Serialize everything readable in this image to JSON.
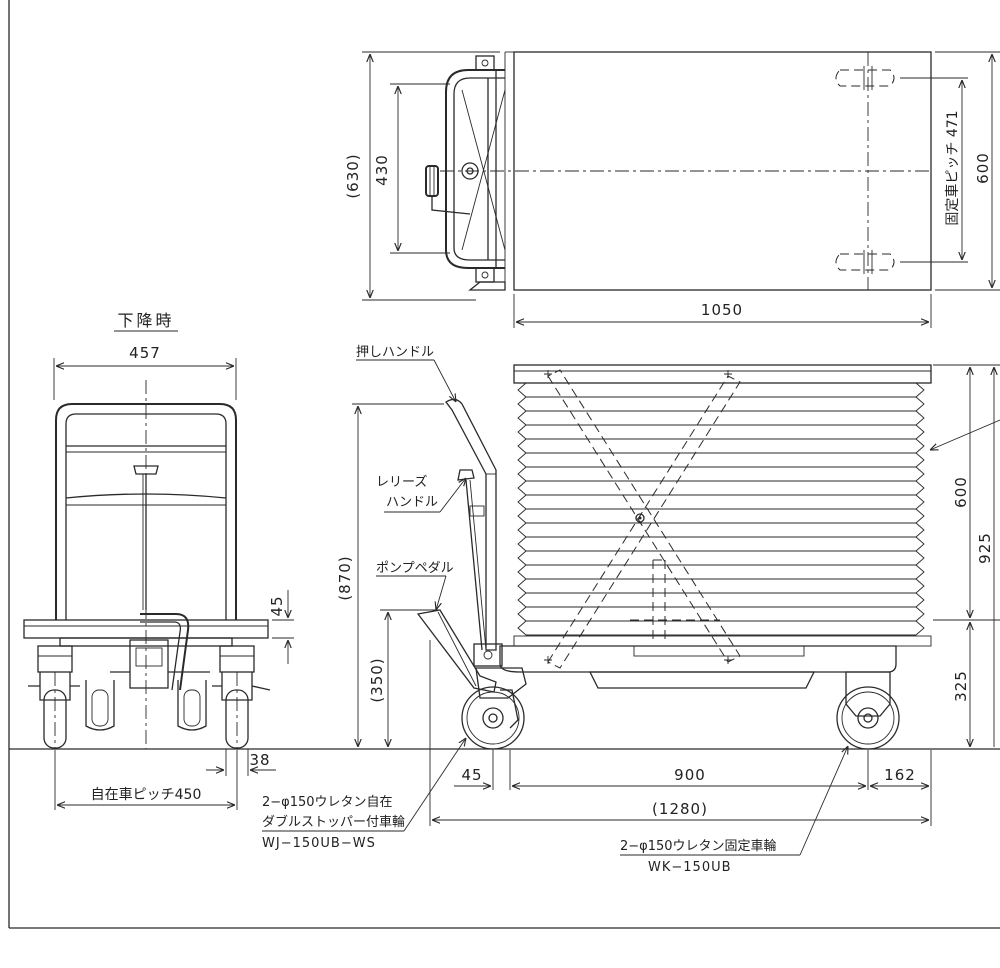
{
  "drawing": {
    "top_view": {
      "dim_width_630": "(630)",
      "dim_430": "430",
      "dim_fixed_pitch": "固定車ピッチ 471",
      "dim_600": "600",
      "dim_1050": "1050"
    },
    "front_view": {
      "title": "下降時",
      "dim_457": "457",
      "dim_45": "45",
      "dim_38": "38",
      "dim_caster_pitch": "自在車ピッチ450"
    },
    "side_view": {
      "label_push_handle": "押しハンドル",
      "label_release_line1": "レリーズ",
      "label_release_line2": "ハンドル",
      "label_pump_pedal": "ポンプペダル",
      "dim_870": "(870)",
      "dim_350": "(350)",
      "dim_600": "600",
      "dim_925": "925",
      "dim_325": "325",
      "dim_45": "45",
      "dim_900": "900",
      "dim_162": "162",
      "dim_1280": "(1280)"
    },
    "notes": {
      "swivel_wheel_line1": "2−φ150ウレタン自在",
      "swivel_wheel_line2": "ダブルストッパー付車輪",
      "swivel_wheel_model": "WJ−150UB−WS",
      "fixed_wheel_line1": "2−φ150ウレタン固定車輪",
      "fixed_wheel_model": "WK−150UB"
    }
  }
}
